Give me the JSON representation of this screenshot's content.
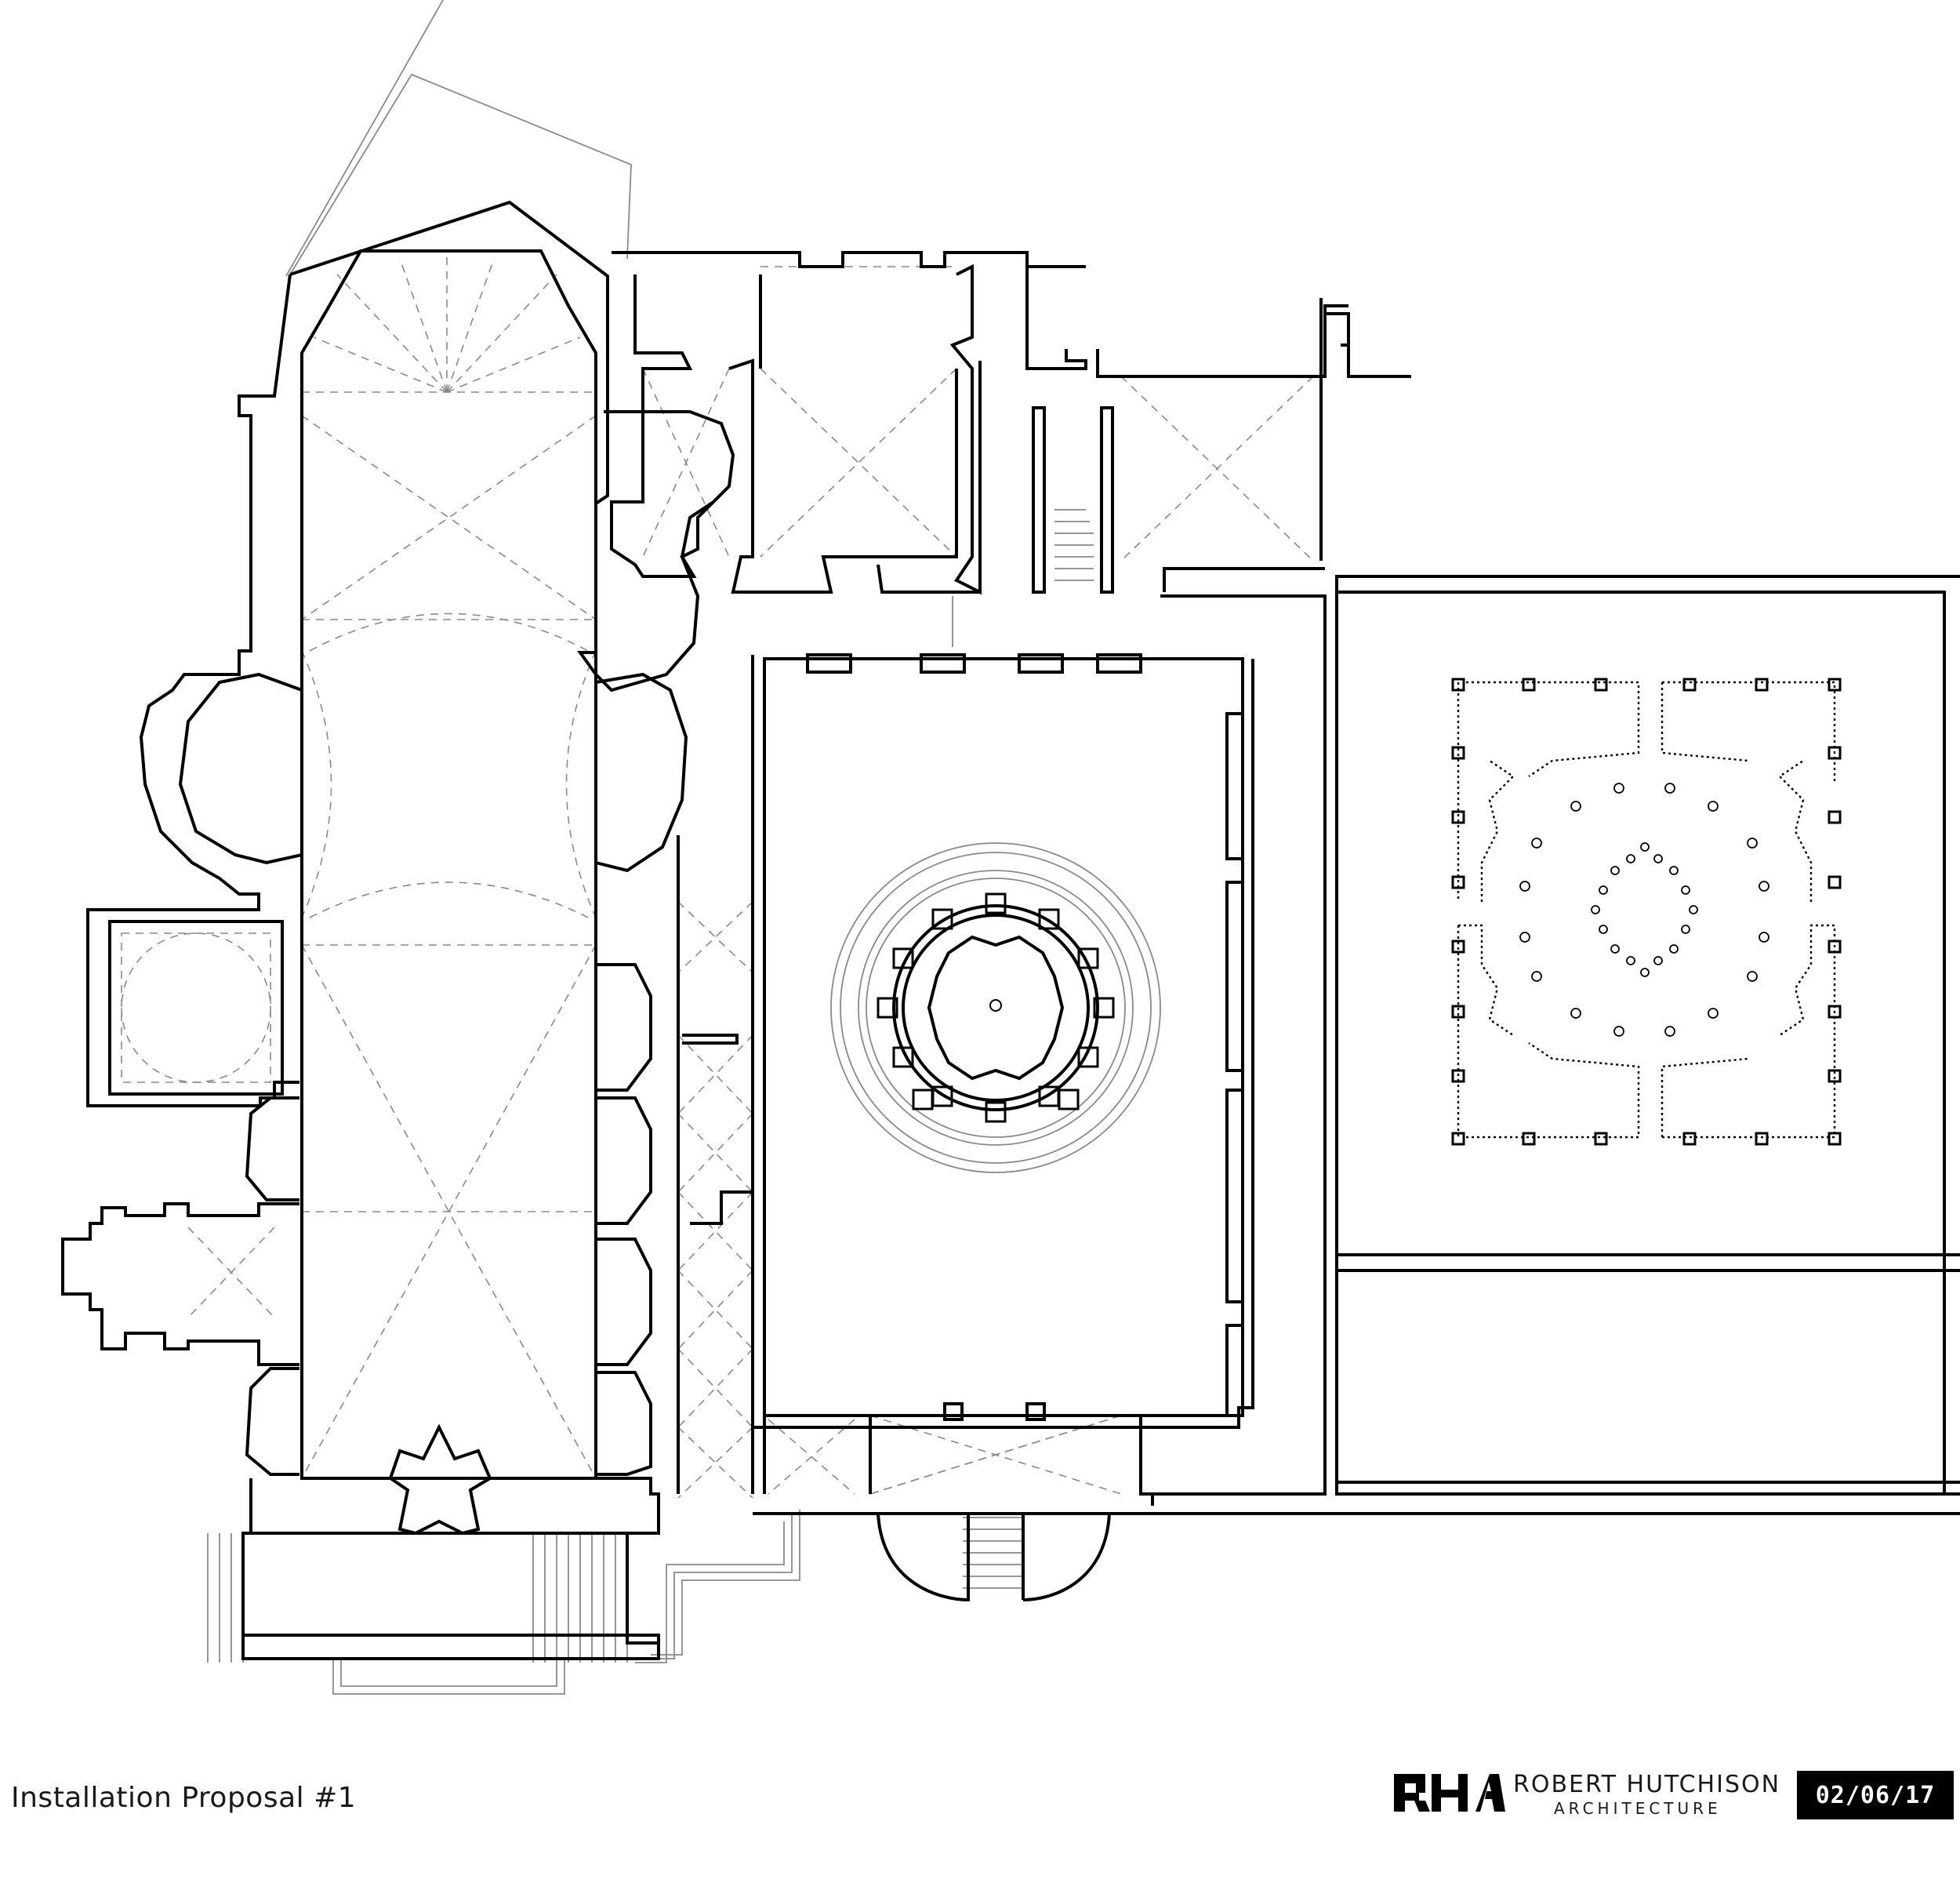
{
  "title": "Installation Proposal #1",
  "firm": {
    "monogram": "RHA",
    "name_line1": "ROBERT HUTCHISON",
    "name_line2": "ARCHITECTURE"
  },
  "date": "02/06/17",
  "colors": {
    "wall": "#000000",
    "guide": "#8a8a8a",
    "ink": "#1a1a1a",
    "badge_bg": "#000000",
    "badge_text": "#ffffff"
  }
}
